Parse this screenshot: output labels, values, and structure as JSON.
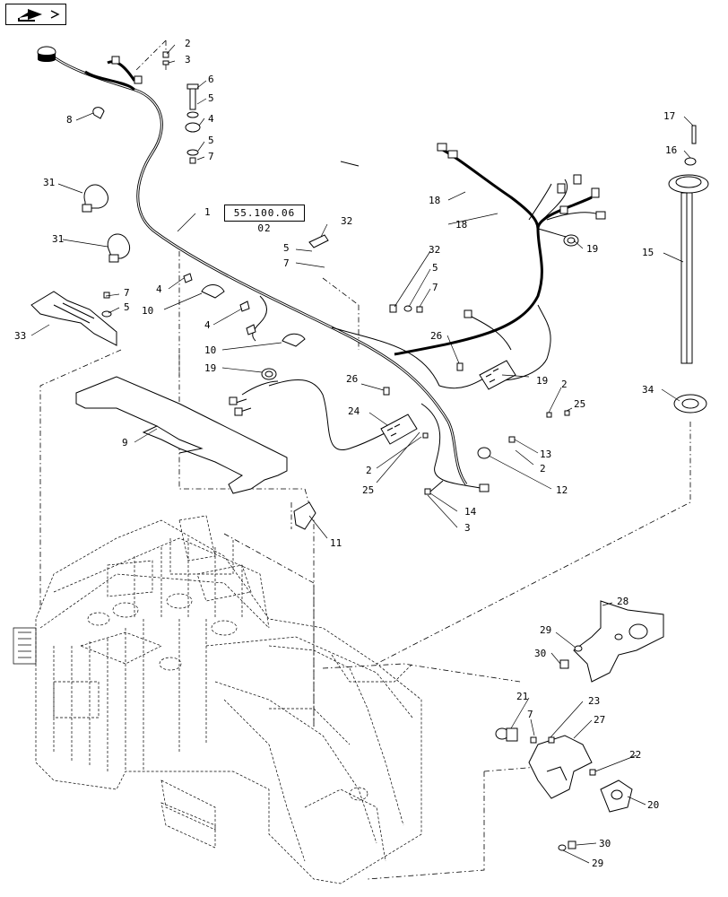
{
  "navigation": {
    "icon": "next-page-arrow-icon"
  },
  "reference_box": {
    "text": "55.100.06 02"
  },
  "callouts": [
    {
      "id": "c2a",
      "label": "2"
    },
    {
      "id": "c3a",
      "label": "3"
    },
    {
      "id": "c6",
      "label": "6"
    },
    {
      "id": "c5a",
      "label": "5"
    },
    {
      "id": "c4a",
      "label": "4"
    },
    {
      "id": "c5b",
      "label": "5"
    },
    {
      "id": "c7a",
      "label": "7"
    },
    {
      "id": "c8",
      "label": "8"
    },
    {
      "id": "c31a",
      "label": "31"
    },
    {
      "id": "c1",
      "label": "1"
    },
    {
      "id": "c31b",
      "label": "31"
    },
    {
      "id": "c32a",
      "label": "32"
    },
    {
      "id": "c5c",
      "label": "5"
    },
    {
      "id": "c7b",
      "label": "7"
    },
    {
      "id": "c4b",
      "label": "4"
    },
    {
      "id": "c7c",
      "label": "7"
    },
    {
      "id": "c5d",
      "label": "5"
    },
    {
      "id": "c10a",
      "label": "10"
    },
    {
      "id": "c33",
      "label": "33"
    },
    {
      "id": "c4c",
      "label": "4"
    },
    {
      "id": "c10b",
      "label": "10"
    },
    {
      "id": "c19a",
      "label": "19"
    },
    {
      "id": "c9",
      "label": "9"
    },
    {
      "id": "c26a",
      "label": "26"
    },
    {
      "id": "c24",
      "label": "24"
    },
    {
      "id": "c2b",
      "label": "2"
    },
    {
      "id": "c25a",
      "label": "25"
    },
    {
      "id": "c11",
      "label": "11"
    },
    {
      "id": "c18a",
      "label": "18"
    },
    {
      "id": "c18b",
      "label": "18"
    },
    {
      "id": "c19b",
      "label": "19"
    },
    {
      "id": "c32b",
      "label": "32"
    },
    {
      "id": "c5e",
      "label": "5"
    },
    {
      "id": "c7d",
      "label": "7"
    },
    {
      "id": "c26b",
      "label": "26"
    },
    {
      "id": "c19c",
      "label": "19"
    },
    {
      "id": "c2c",
      "label": "2"
    },
    {
      "id": "c25b",
      "label": "25"
    },
    {
      "id": "c13",
      "label": "13"
    },
    {
      "id": "c2d",
      "label": "2"
    },
    {
      "id": "c12",
      "label": "12"
    },
    {
      "id": "c14",
      "label": "14"
    },
    {
      "id": "c3b",
      "label": "3"
    },
    {
      "id": "c17",
      "label": "17"
    },
    {
      "id": "c16",
      "label": "16"
    },
    {
      "id": "c15",
      "label": "15"
    },
    {
      "id": "c34",
      "label": "34"
    },
    {
      "id": "c28",
      "label": "28"
    },
    {
      "id": "c29a",
      "label": "29"
    },
    {
      "id": "c30a",
      "label": "30"
    },
    {
      "id": "c21",
      "label": "21"
    },
    {
      "id": "c23",
      "label": "23"
    },
    {
      "id": "c7e",
      "label": "7"
    },
    {
      "id": "c27",
      "label": "27"
    },
    {
      "id": "c22",
      "label": "22"
    },
    {
      "id": "c20",
      "label": "20"
    },
    {
      "id": "c30b",
      "label": "30"
    },
    {
      "id": "c29b",
      "label": "29"
    }
  ]
}
